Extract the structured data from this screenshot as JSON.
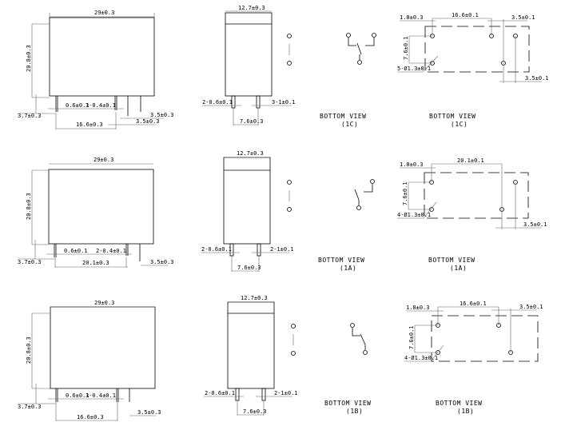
{
  "rows": [
    {
      "type": "1C",
      "side": {
        "length": "29±0.3",
        "height": "20.8±0.3",
        "pin_w": "0.6±0.1",
        "pins": "3-0.4±0.1",
        "standoff": "3.7±0.3",
        "span": "16.6±0.3",
        "gap1": "3.5±0.3",
        "gap2": "3.5±0.3"
      },
      "front": {
        "width": "12.7±0.3",
        "pin_left": "2-0.6±0.1",
        "pin_right": "3-1±0.1",
        "span": "7.6±0.3"
      },
      "schematic": {
        "title": "BOTTOM  VIEW",
        "sub": "(1C)"
      },
      "layout": {
        "title": "BOTTOM  VIEW",
        "sub": "(1C)",
        "edge": "1.8±0.3",
        "span": "16.6±0.1",
        "right": "3.5±0.1",
        "vert": "7.6±0.1",
        "holes": "5-Ø1.3±0.1",
        "bottom": "3.5±0.1"
      }
    },
    {
      "type": "1A",
      "side": {
        "length": "29±0.3",
        "height": "20.8±0.3",
        "pin_w": "0.6±0.1",
        "pins": "2-0.4±0.1",
        "standoff": "3.7±0.3",
        "span": "20.1±0.3",
        "gap1": "3.5±0.3"
      },
      "front": {
        "width": "12.7±0.3",
        "pin_left": "2-0.6±0.1",
        "pin_right": "2-1±0.1",
        "span": "7.6±0.3"
      },
      "schematic": {
        "title": "BOTTOM  VIEW",
        "sub": "(1A)"
      },
      "layout": {
        "title": "BOTTOM  VIEW",
        "sub": "(1A)",
        "edge": "1.8±0.3",
        "span": "20.1±0.1",
        "vert": "7.6±0.1",
        "holes": "4-Ø1.3±0.1",
        "bottom": "3.5±0.1"
      }
    },
    {
      "type": "1B",
      "side": {
        "length": "29±0.3",
        "height": "20.8±0.3",
        "pin_w": "0.6±0.1",
        "pins": "3-0.4±0.1",
        "standoff": "3.7±0.3",
        "span": "16.6±0.3",
        "gap1": "3.5±0.3"
      },
      "front": {
        "width": "12.7±0.3",
        "pin_left": "2-0.6±0.1",
        "pin_right": "2-1±0.1",
        "span": "7.6±0.3"
      },
      "schematic": {
        "title": "BOTTOM  VIEW",
        "sub": "(1B)"
      },
      "layout": {
        "title": "BOTTOM  VIEW",
        "sub": "(1B)",
        "edge": "1.8±0.3",
        "span": "16.6±0.1",
        "right": "3.5±0.1",
        "vert": "7.6±0.1",
        "holes": "4-Ø1.3±0.1"
      }
    }
  ]
}
